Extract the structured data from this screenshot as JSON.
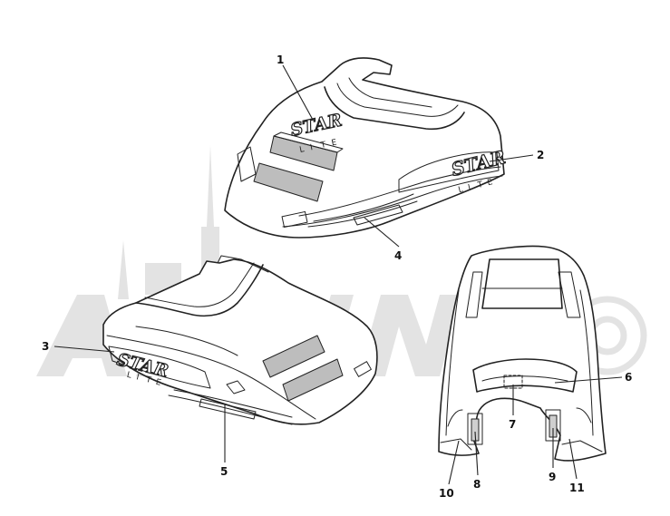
{
  "callouts": [
    "1",
    "2",
    "3",
    "4",
    "5",
    "6",
    "7",
    "8",
    "9",
    "10",
    "11"
  ],
  "decal": {
    "main": "STAR",
    "sub": [
      "L",
      "I",
      "T",
      "E"
    ]
  },
  "colors": {
    "ink": "#222222",
    "watermark": "#e3e3e3",
    "background": "#ffffff"
  }
}
